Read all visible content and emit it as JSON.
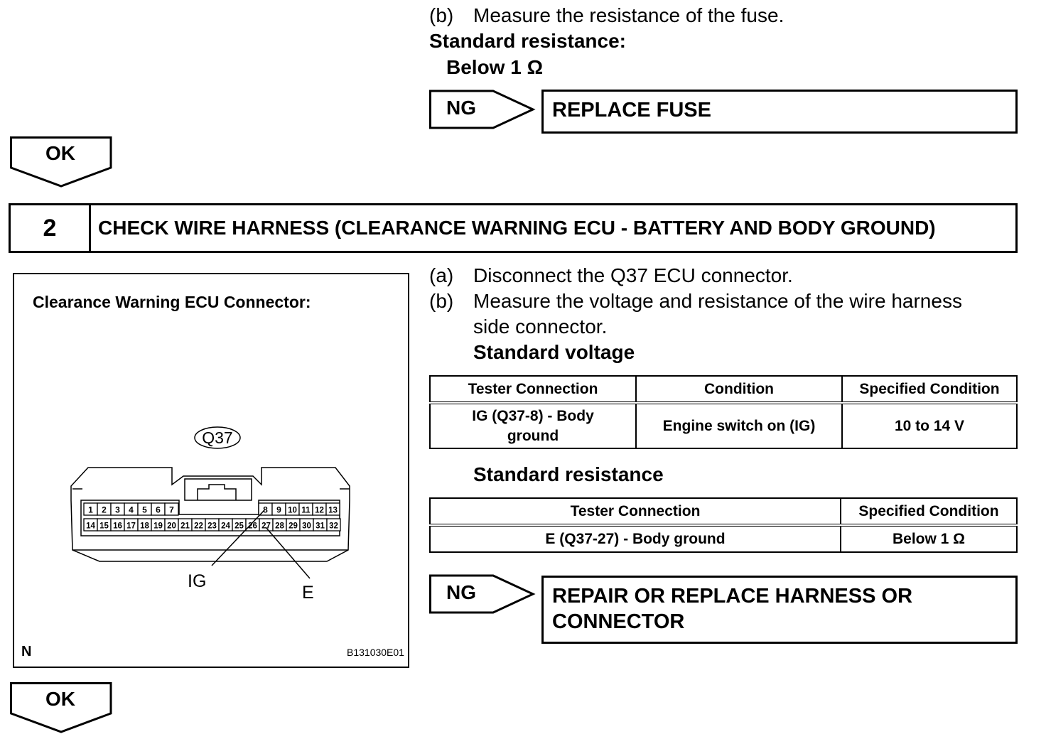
{
  "top": {
    "step_b_label": "(b)",
    "step_b_text": "Measure the resistance of the fuse.",
    "standard_label": "Standard resistance:",
    "standard_value": "Below 1 Ω"
  },
  "ng1": {
    "label": "NG",
    "result": "REPLACE FUSE"
  },
  "ok1": {
    "label": "OK"
  },
  "step2": {
    "number": "2",
    "title": "CHECK WIRE HARNESS (CLEARANCE WARNING ECU - BATTERY AND BODY GROUND)"
  },
  "figure": {
    "title": "Clearance Warning ECU Connector:",
    "connector_id": "Q37",
    "top_pins_left": [
      "1",
      "2",
      "3",
      "4",
      "5",
      "6",
      "7"
    ],
    "top_pins_right": [
      "8",
      "9",
      "10",
      "11",
      "12",
      "13"
    ],
    "bottom_pins": [
      "14",
      "15",
      "16",
      "17",
      "18",
      "19",
      "20",
      "21",
      "22",
      "23",
      "24",
      "25",
      "26",
      "27",
      "28",
      "29",
      "30",
      "31",
      "32"
    ],
    "label_ig": "IG",
    "label_e": "E",
    "corner_label": "N",
    "figure_code": "B131030E01"
  },
  "instructions": {
    "a_label": "(a)",
    "a_text": "Disconnect the Q37 ECU connector.",
    "b_label": "(b)",
    "b_text_1": "Measure the voltage and resistance of the wire harness",
    "b_text_2": "side connector.",
    "voltage_heading": "Standard voltage",
    "resistance_heading": "Standard resistance"
  },
  "voltage_table": {
    "headers": [
      "Tester Connection",
      "Condition",
      "Specified Condition"
    ],
    "rows": [
      [
        "IG (Q37-8) - Body ground",
        "Engine switch on (IG)",
        "10 to 14 V"
      ]
    ]
  },
  "resistance_table": {
    "headers": [
      "Tester Connection",
      "Specified Condition"
    ],
    "rows": [
      [
        "E (Q37-27) - Body ground",
        "Below 1 Ω"
      ]
    ]
  },
  "ng2": {
    "label": "NG",
    "result_line1": "REPAIR OR REPLACE HARNESS OR",
    "result_line2": "CONNECTOR"
  },
  "ok2": {
    "label": "OK"
  }
}
